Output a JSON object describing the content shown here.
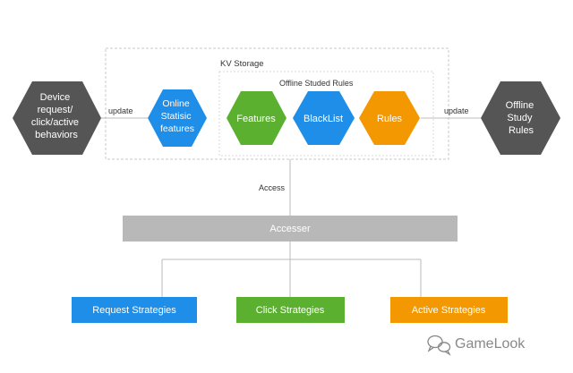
{
  "diagram": {
    "kv_storage_label": "KV Storage",
    "offline_rules_label": "Offline Studed Rules",
    "nodes": {
      "device": {
        "lines": [
          "Device",
          "request/",
          "click/active",
          "behaviors"
        ]
      },
      "online": {
        "lines": [
          "Online",
          "Statisic",
          "features"
        ]
      },
      "features": {
        "lines": [
          "Features"
        ]
      },
      "blacklist": {
        "lines": [
          "BlackList"
        ]
      },
      "rules": {
        "lines": [
          "Rules"
        ]
      },
      "offline_study": {
        "lines": [
          "Offline",
          "Study",
          "Rules"
        ]
      }
    },
    "edge_labels": {
      "update_left": "update",
      "update_right": "update",
      "access": "Access"
    },
    "accesser_label": "Accesser",
    "strategies": {
      "request": "Request Strategies",
      "click": "Click Strategies",
      "active": "Active Strategies"
    },
    "watermark": "GameLook"
  },
  "colors": {
    "gray_hex": "#555555",
    "blue": "#1e8ee8",
    "green": "#5cb030",
    "orange": "#f39800",
    "accesser_bar": "#b8b8b8",
    "line": "#bbbbbb",
    "dashed_border": "#c8c8c8",
    "text_dark": "#333333",
    "watermark": "#888888"
  },
  "icons": {
    "watermark_icon": "wechat-bubbles-icon"
  }
}
